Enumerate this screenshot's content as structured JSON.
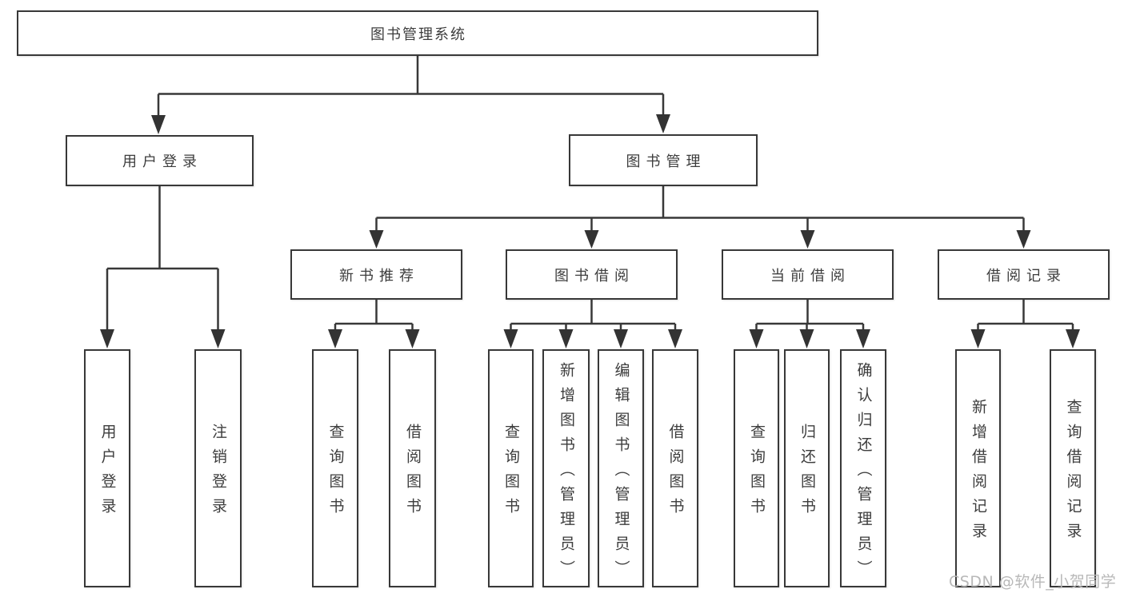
{
  "diagram": {
    "title_node": "图书管理系统",
    "level2": [
      "用户登录",
      "图书管理"
    ],
    "level3": [
      "新书推荐",
      "图书借阅",
      "当前借阅",
      "借阅记录"
    ],
    "leaves": [
      "用户登录",
      "注销登录",
      "查询图书",
      "借阅图书",
      "查询图书",
      "新增图书（管理员）",
      "编辑图书（管理员）",
      "借阅图书",
      "查询图书",
      "归还图书",
      "确认归还（管理员）",
      "新增借阅记录",
      "查询借阅记录"
    ]
  },
  "colors": {
    "line": "#383838",
    "border": "#383838",
    "text": "#3d3d3d",
    "watermark": "#b8b8b8",
    "background": "#ffffff"
  },
  "watermark": {
    "text": "CSDN @软件_小贺同学"
  }
}
